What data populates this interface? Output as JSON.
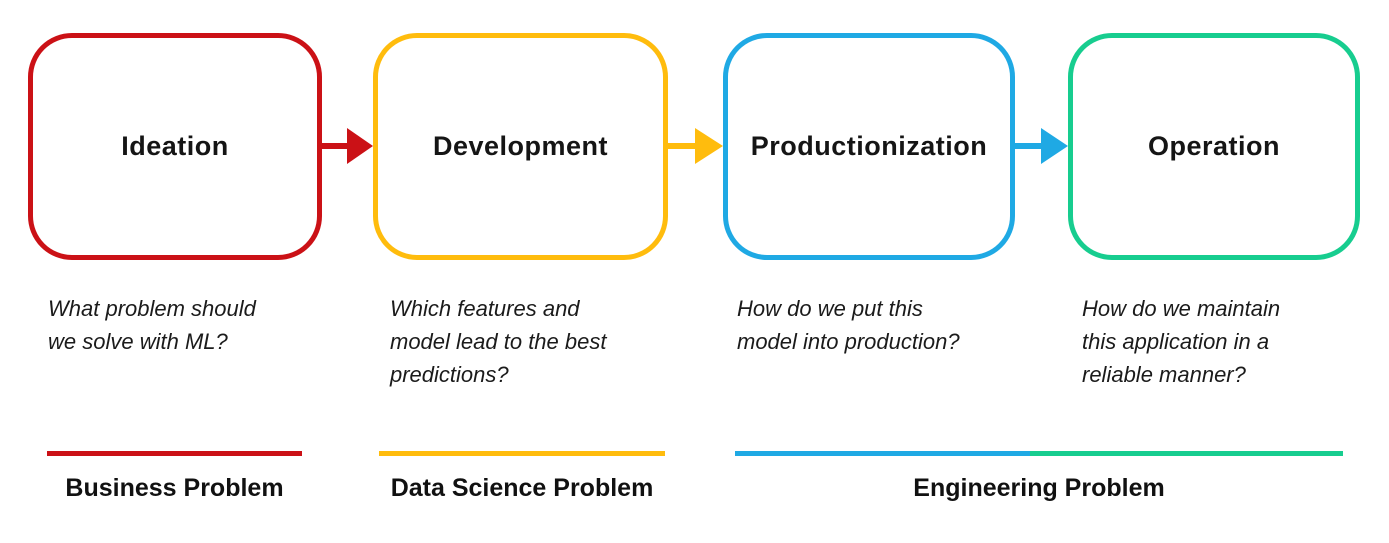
{
  "stages": [
    {
      "title": "Ideation",
      "question": "What problem should\nwe solve with ML?",
      "color": "#CB1116"
    },
    {
      "title": "Development",
      "question": "Which features and\nmodel lead to the best\npredictions?",
      "color": "#FFBC0D"
    },
    {
      "title": "Productionization",
      "question": "How do we put this\nmodel into production?",
      "color": "#1FA9E4"
    },
    {
      "title": "Operation",
      "question": "How do we maintain\nthis application in a\nreliable manner?",
      "color": "#17CD8F"
    }
  ],
  "arrows": [
    {
      "from": "Ideation",
      "to": "Development",
      "color": "#CB1116"
    },
    {
      "from": "Development",
      "to": "Productionization",
      "color": "#FFBC0D"
    },
    {
      "from": "Productionization",
      "to": "Operation",
      "color": "#1FA9E4"
    }
  ],
  "categories": [
    {
      "label": "Business Problem",
      "colors": [
        "#CB1116"
      ]
    },
    {
      "label": "Data Science Problem",
      "colors": [
        "#FFBC0D"
      ]
    },
    {
      "label": "Engineering Problem",
      "colors": [
        "#1FA9E4",
        "#17CD8F"
      ]
    }
  ]
}
